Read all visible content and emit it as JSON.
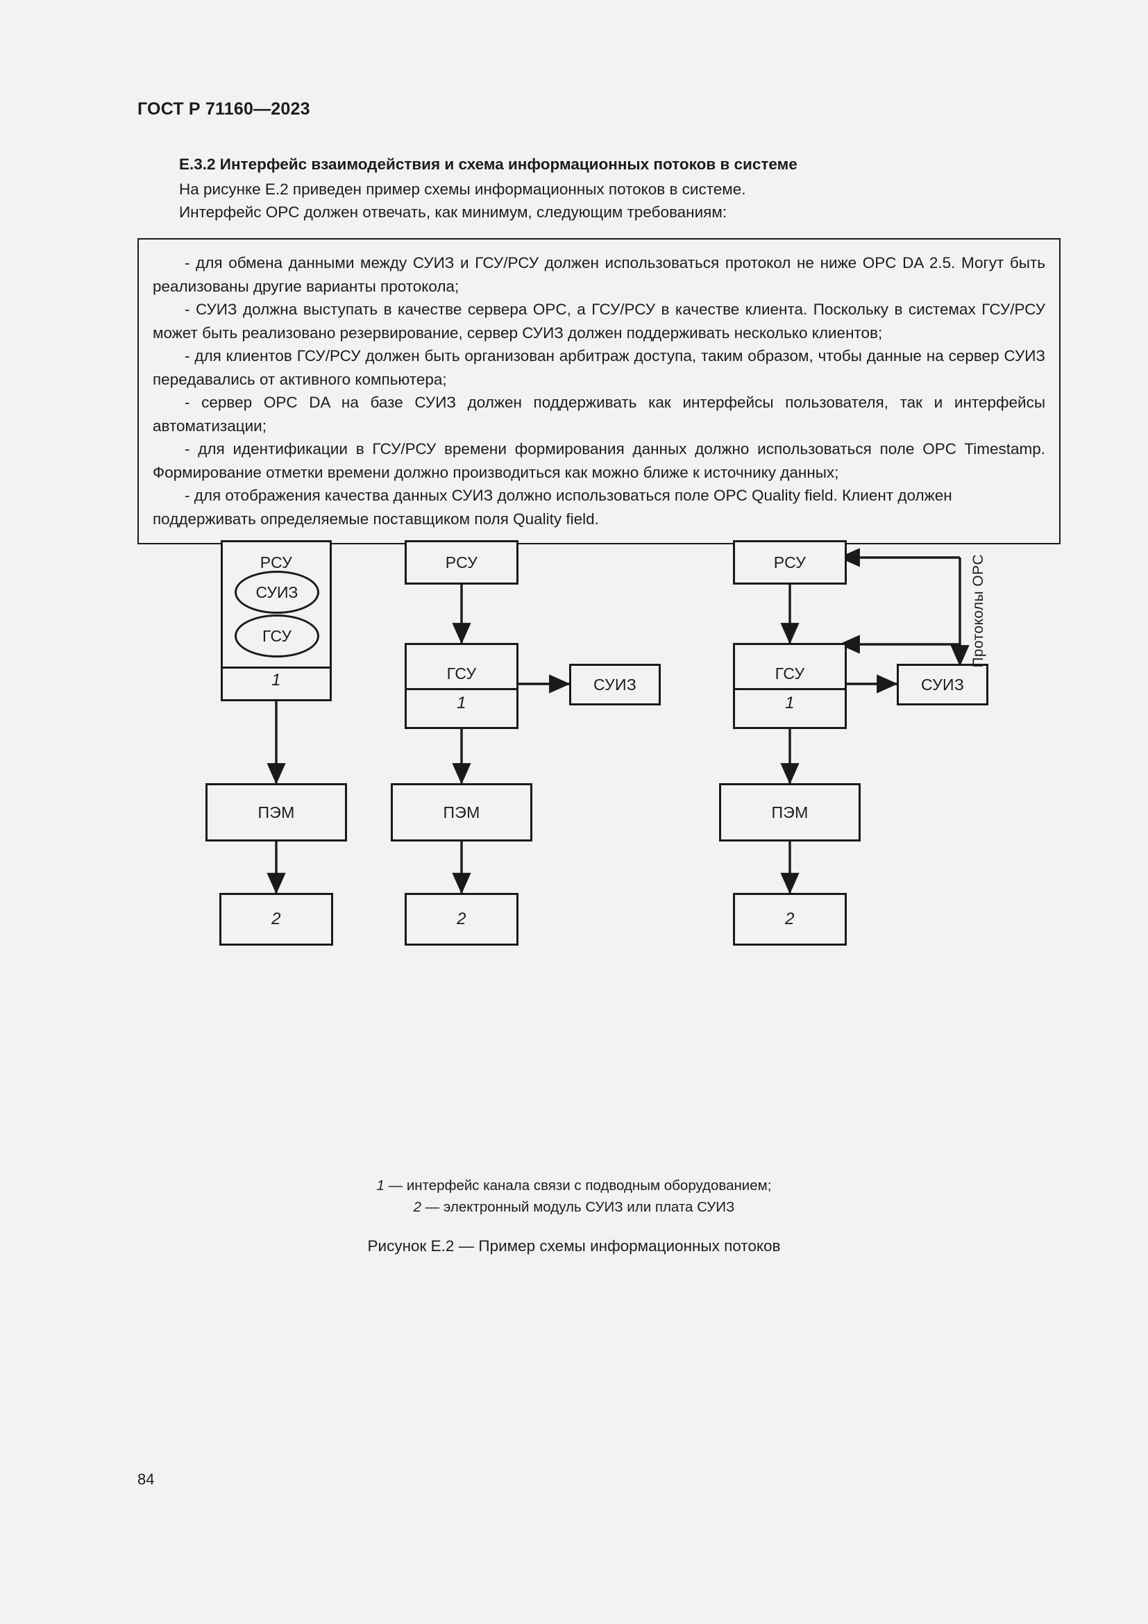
{
  "document": {
    "standard_header": "ГОСТ Р 71160—2023",
    "page_number": "84"
  },
  "section": {
    "heading": "Е.3.2 Интерфейс взаимодействия и схема информационных потоков в системе",
    "paragraphs": [
      "На рисунке Е.2 приведен пример схемы информационных потоков в системе.",
      "Интерфейс OPC должен отвечать, как минимум, следующим требованиям:"
    ]
  },
  "requirements_box": {
    "items": [
      "- для обмена данными между СУИЗ и ГСУ/РСУ должен использоваться протокол не ниже OPC DA 2.5. Могут быть реализованы другие варианты протокола;",
      "- СУИЗ должна выступать в качестве сервера OPC, а ГСУ/РСУ в качестве клиента. Поскольку в системах ГСУ/РСУ может быть реализовано резервирование, сервер СУИЗ должен поддерживать несколько клиентов;",
      "- для клиентов ГСУ/РСУ должен быть организован арбитраж доступа, таким образом, чтобы данные на сервер СУИЗ передавались от активного компьютера;",
      "- сервер OPC DA на базе СУИЗ должен поддерживать как интерфейсы пользователя, так и интерфейсы автоматизации;",
      "- для идентификации в ГСУ/РСУ времени формирования данных должно использоваться поле OPC Timestamp. Формирование отметки времени должно производиться как можно ближе к источнику данных;",
      "- для отображения качества данных СУИЗ должно использоваться поле OPC Quality field. Клиент должен поддерживать определяемые поставщиком поля Quality field."
    ]
  },
  "figure": {
    "columns": [
      {
        "variant": "integrated",
        "outer_label": "РСУ",
        "ellipses": [
          "СУИЗ",
          "ГСУ"
        ],
        "interface_cell": "1",
        "pem": "ПЭМ",
        "module": "2"
      },
      {
        "variant": "separate-suiz",
        "rsu": "РСУ",
        "gsu": "ГСУ",
        "interface_cell": "1",
        "suiz": "СУИЗ",
        "pem": "ПЭМ",
        "module": "2"
      },
      {
        "variant": "opc-bus",
        "rsu": "РСУ",
        "gsu": "ГСУ",
        "interface_cell": "1",
        "suiz": "СУИЗ",
        "bus_label": "Протоколы OPC",
        "pem": "ПЭМ",
        "module": "2"
      }
    ],
    "legend": [
      {
        "index": "1",
        "dash": "—",
        "text": "интерфейс канала связи с подводным оборудованием;"
      },
      {
        "index": "2",
        "dash": "—",
        "text": "электронный модуль СУИЗ или плата СУИЗ"
      }
    ],
    "caption": "Рисунок Е.2 — Пример схемы информационных потоков"
  },
  "colors": {
    "page_background": "#f2f2f2",
    "ink": "#1c1c1c",
    "stroke": "#1a1a1a"
  }
}
